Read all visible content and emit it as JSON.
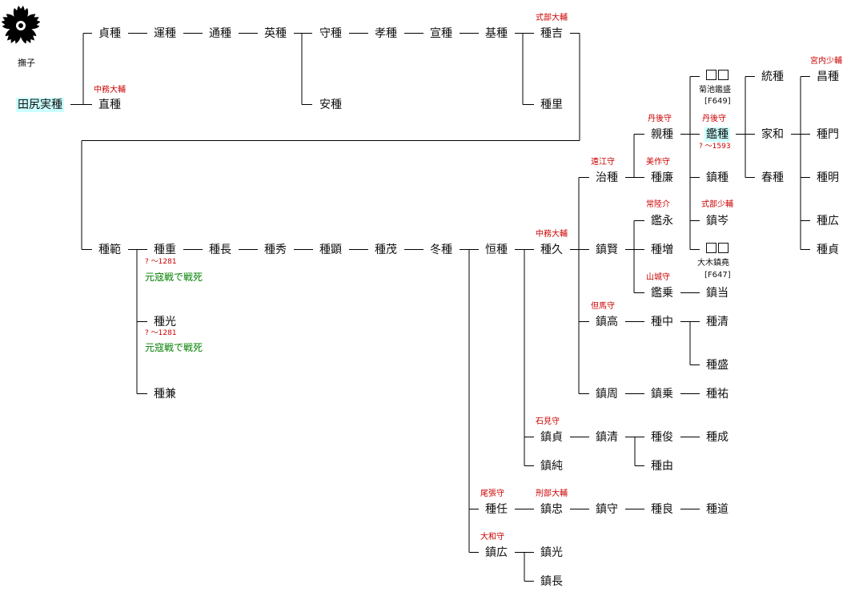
{
  "crest_label": "撫子",
  "nodes": {
    "sanetane": "田尻実種",
    "sadatane": "貞種",
    "untane": "運種",
    "michitane": "通種",
    "hidetane": "英種",
    "moritane": "守種",
    "takatane": "孝種",
    "nobutane": "宣種",
    "mototane": "基種",
    "taneyoshi": "種吉",
    "anstane": "安種",
    "tanesato": "種里",
    "naotane": "直種",
    "tanenori": "種範",
    "taneshige": "種重",
    "tanenaga": "種長",
    "tanehide": "種秀",
    "taneaki": "種顕",
    "tanemochi": "種茂",
    "fuyutane": "冬種",
    "tsunetane": "恒種",
    "tanehisa": "種久",
    "tanemitsu": "種光",
    "tanekane": "種兼",
    "harutane": "治種",
    "shigekata": "鎮賢",
    "chikatane": "親種",
    "taneyasu": "種廉",
    "akinaga": "鑑永",
    "tanemasu": "種増",
    "akinori": "鑑乗",
    "kikuchi_name": "菊池鑑盛",
    "kikuchi_code": "[F649]",
    "akitane": "鑑種",
    "shigetane": "鎮種",
    "shigemine": "鎮岑",
    "oki_name": "大木鎮堯",
    "oki_code": "[F647]",
    "shigemasa": "鎮当",
    "munetane": "統種",
    "iekazu": "家和",
    "harutane2": "春種",
    "masatane": "昌種",
    "tanekado": "種門",
    "taneaki2": "種明",
    "tanehiro": "種広",
    "tanesada": "種貞",
    "shigetaka": "鎮高",
    "tanenaka": "種中",
    "tanekiyo": "種清",
    "tanemori": "種盛",
    "shigechika": "鎮周",
    "shigenori": "鎮乗",
    "tanesuke": "種祐",
    "shigesada": "鎮貞",
    "shigekiyo": "鎮清",
    "tanetoshi": "種俊",
    "tanenari": "種成",
    "taneyoshi2": "種由",
    "shigezumi": "鎮純",
    "tanetou": "種任",
    "shigetada": "鎮忠",
    "shigemori": "鎮守",
    "taneyoshi3": "種良",
    "tanemichi": "種道",
    "shigehiro": "鎮広",
    "shigemitsu": "鎮光",
    "shigenaga": "鎮長"
  },
  "titles": {
    "naotane": "中務大輔",
    "taneyoshi": "式部大輔",
    "masatane": "宮内少輔",
    "chikatane": "丹後守",
    "akitane": "丹後守",
    "harutane": "遠江守",
    "taneyasu": "美作守",
    "akinaga": "常陸介",
    "shigemine": "式部少輔",
    "tanehisa": "中務大輔",
    "akinori": "山城守",
    "shigetaka": "但馬守",
    "shigesada": "石見守",
    "tanetou": "尾張守",
    "shigetada": "刑部大輔",
    "shigehiro": "大和守"
  },
  "dates": {
    "taneshige": "? ～1281",
    "tanemitsu": "? ～1281",
    "akitane": "? ～1593"
  },
  "notes": {
    "taneshige": "元寇戦で戦死",
    "tanemitsu": "元寇戦で戦死"
  },
  "colors": {
    "title_red": "#cc0000",
    "note_green": "#008000",
    "highlight": "#ccffff"
  }
}
